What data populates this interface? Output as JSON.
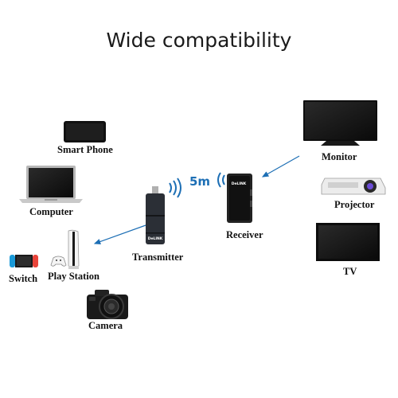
{
  "title": "Wide compatibility",
  "distance": "5m",
  "devices": {
    "smart_phone": "Smart Phone",
    "computer": "Computer",
    "switch": "Switch",
    "play_station": "Play Station",
    "camera": "Camera",
    "transmitter": "Transmitter",
    "receiver": "Receiver",
    "monitor": "Monitor",
    "projector": "Projector",
    "tv": "TV"
  },
  "brand_mark": "DeLINK",
  "colors": {
    "accent": "#1d6fb5",
    "device": "#1b1b1b"
  }
}
